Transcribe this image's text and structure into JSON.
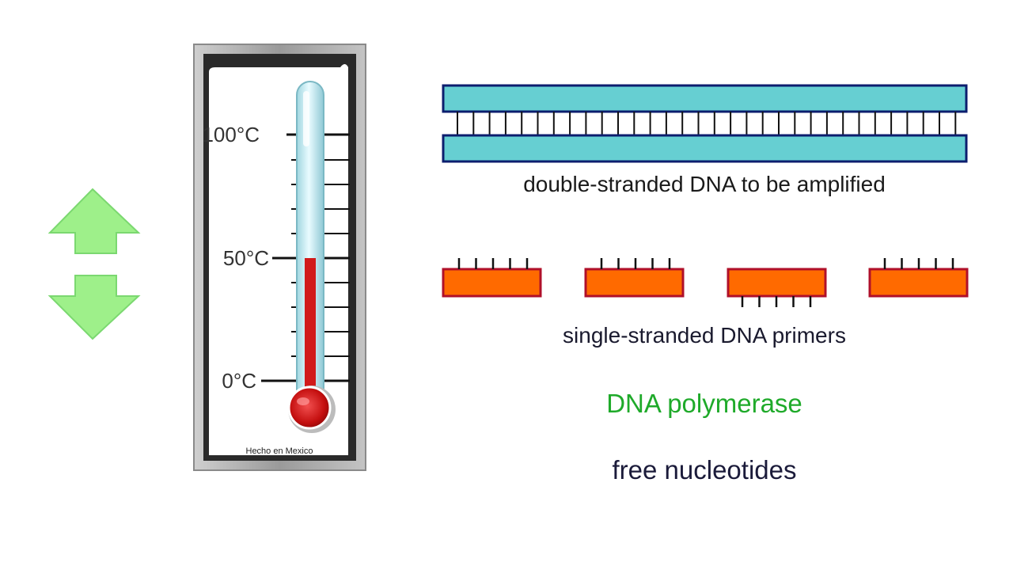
{
  "thermometer": {
    "scale_labels": [
      "100°C",
      "50°C",
      "0°C"
    ],
    "brand_text": "Hecho en Mexico",
    "mercury_level_celsius": 50,
    "mercury_color": "#d11a1a",
    "frame_color": "#9a9a9a"
  },
  "arrows": {
    "icon": "up-down-arrows-icon",
    "color": "#9ef08a"
  },
  "dna": {
    "double_strand_label": "double-stranded DNA to be amplified",
    "strand_color": "#66cfd2",
    "outline_color": "#0c1e6e"
  },
  "primers": {
    "label": "single-stranded DNA primers",
    "color": "#ff6a00",
    "outline_color": "#b0102a",
    "items": [
      {
        "teeth": "top"
      },
      {
        "teeth": "top"
      },
      {
        "teeth": "bottom"
      },
      {
        "teeth": "top"
      }
    ]
  },
  "polymerase": {
    "label": "DNA polymerase",
    "color": "#1faa2a"
  },
  "nucleotides": {
    "label": "free nucleotides"
  }
}
